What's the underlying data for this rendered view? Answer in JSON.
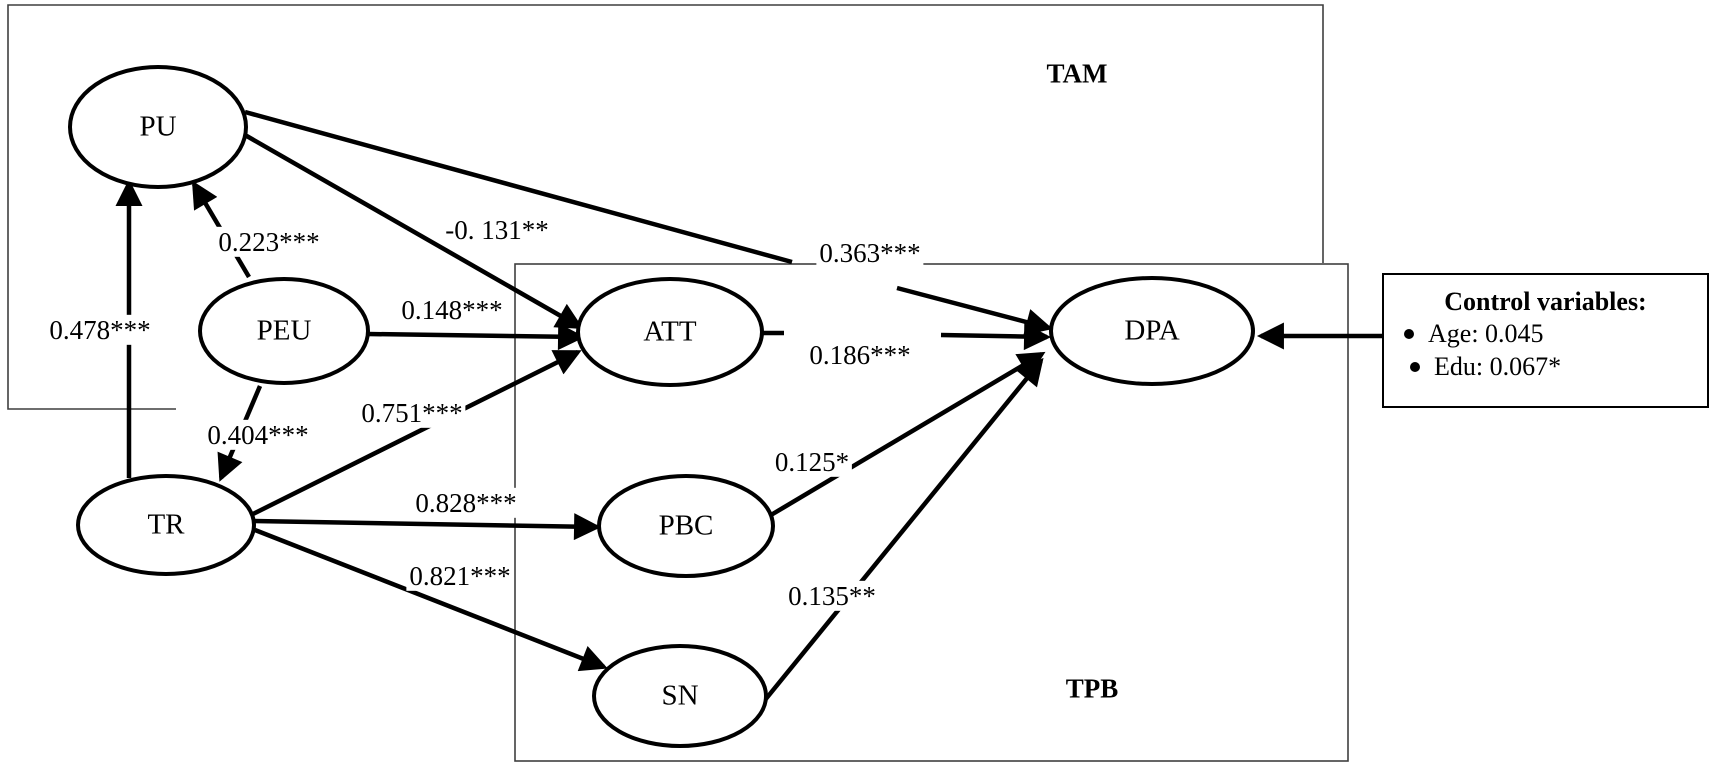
{
  "diagram": {
    "boxes": {
      "tam": {
        "label": "TAM"
      },
      "tpb": {
        "label": "TPB"
      }
    },
    "nodes": {
      "pu": {
        "label": "PU"
      },
      "peu": {
        "label": "PEU"
      },
      "tr": {
        "label": "TR"
      },
      "att": {
        "label": "ATT"
      },
      "pbc": {
        "label": "PBC"
      },
      "sn": {
        "label": "SN"
      },
      "dpa": {
        "label": "DPA"
      }
    },
    "coefficients": {
      "tr_pu": "0.478***",
      "peu_pu": "0.223***",
      "peu_tr": "0.404***",
      "pu_att": "-0. 131**",
      "peu_att": "0.148***",
      "tr_att": "0.751***",
      "tr_pbc": "0.828***",
      "tr_sn": "0.821***",
      "pu_dpa": "0.363***",
      "att_dpa": "0.186***",
      "pbc_dpa": "0.125*",
      "sn_dpa": "0.135**"
    },
    "control_box": {
      "title": "Control variables:",
      "items": [
        "Age: 0.045",
        "Edu: 0.067*"
      ]
    },
    "colors": {
      "line": "#000000",
      "box_border": "#3f3f3f",
      "background": "#ffffff"
    }
  }
}
